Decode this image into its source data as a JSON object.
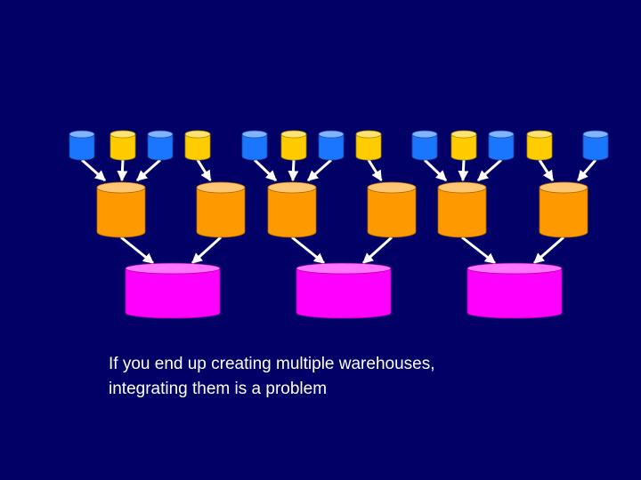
{
  "caption": {
    "line1": "If you end up creating multiple warehouses,",
    "line2": "integrating them is a problem"
  },
  "colors": {
    "background": "#000066",
    "source_db": "#1a75ff",
    "source_db_alt": "#ffcc00",
    "data_mart": "#ff9900",
    "warehouse": "#ff00ff",
    "arrow": "#ffffff"
  },
  "diagram": {
    "tiers": [
      "source-databases",
      "data-marts",
      "warehouses"
    ],
    "warehouses": [
      {
        "id": "warehouse-1",
        "marts": [
          "mart-1",
          "mart-2"
        ]
      },
      {
        "id": "warehouse-2",
        "marts": [
          "mart-3",
          "mart-4"
        ]
      },
      {
        "id": "warehouse-3",
        "marts": [
          "mart-5",
          "mart-6"
        ]
      }
    ],
    "marts": [
      {
        "id": "mart-1",
        "sources": [
          "src-1",
          "src-2",
          "src-3"
        ]
      },
      {
        "id": "mart-2",
        "sources": [
          "src-4"
        ]
      },
      {
        "id": "mart-3",
        "sources": [
          "src-5",
          "src-6",
          "src-7"
        ]
      },
      {
        "id": "mart-4",
        "sources": [
          "src-8"
        ]
      },
      {
        "id": "mart-5",
        "sources": [
          "src-9",
          "src-10",
          "src-11"
        ]
      },
      {
        "id": "mart-6",
        "sources": [
          "src-12",
          "src-13"
        ]
      }
    ],
    "sources": [
      {
        "id": "src-1",
        "color": "blue"
      },
      {
        "id": "src-2",
        "color": "yellow"
      },
      {
        "id": "src-3",
        "color": "blue"
      },
      {
        "id": "src-4",
        "color": "yellow"
      },
      {
        "id": "src-5",
        "color": "blue"
      },
      {
        "id": "src-6",
        "color": "yellow"
      },
      {
        "id": "src-7",
        "color": "blue"
      },
      {
        "id": "src-8",
        "color": "yellow"
      },
      {
        "id": "src-9",
        "color": "blue"
      },
      {
        "id": "src-10",
        "color": "yellow"
      },
      {
        "id": "src-11",
        "color": "blue"
      },
      {
        "id": "src-12",
        "color": "yellow"
      },
      {
        "id": "src-13",
        "color": "blue"
      }
    ]
  }
}
